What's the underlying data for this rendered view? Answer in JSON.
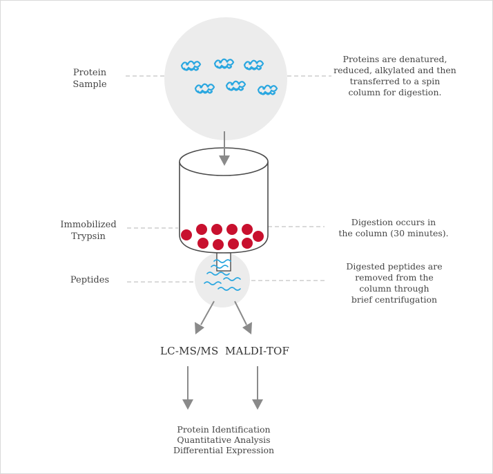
{
  "labels": {
    "protein_sample": [
      "Protein",
      "Sample"
    ],
    "immobilized_trypsin": [
      "Immobilized",
      "Trypsin"
    ],
    "peptides": "Peptides"
  },
  "notes": {
    "protein_step": [
      "Proteins are denatured,",
      "reduced, alkylated and then",
      "transferred to a spin",
      "column for digestion."
    ],
    "digestion_step": [
      "Digestion occurs in",
      "the column (30 minutes)."
    ],
    "peptide_step": [
      "Digested peptides are",
      "removed from the",
      "column through",
      "brief centrifugation"
    ]
  },
  "methods": {
    "left": "LC-MS/MS",
    "right": "MALDI-TOF"
  },
  "results": [
    "Protein Identification",
    "Quantitative Analysis",
    "Differential Expression"
  ],
  "colors": {
    "circle_fill": "#ececec",
    "protein_blue": "#2aa7e0",
    "bead_red": "#c8102e",
    "arrow_gray": "#8a8a8a",
    "dash_gray": "#b3b3b3",
    "outline": "#4a4a4a"
  }
}
